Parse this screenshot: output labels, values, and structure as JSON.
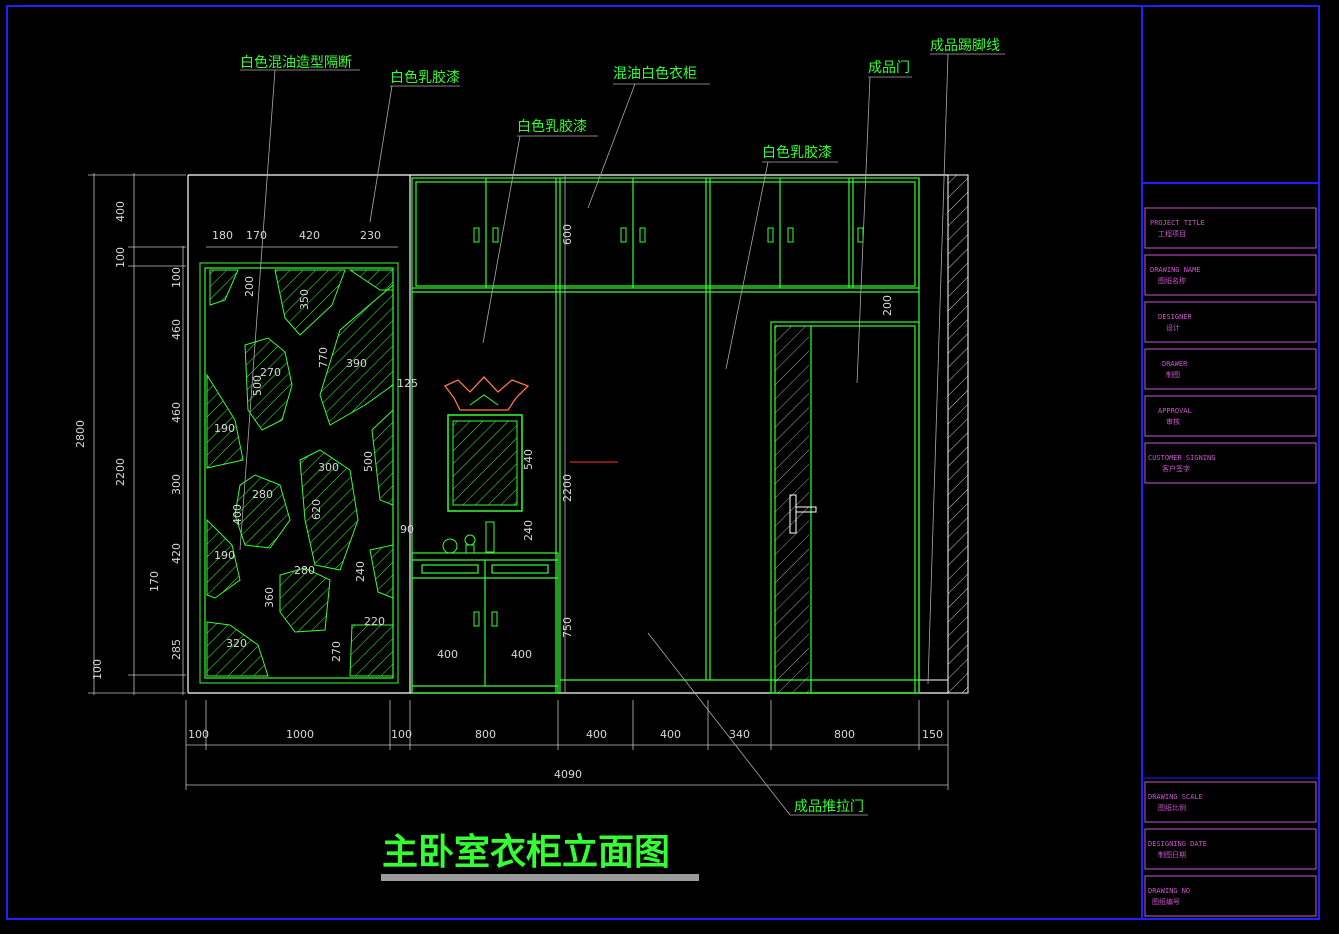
{
  "drawing": {
    "title": "主卧室衣柜立面图",
    "callouts": [
      "白色混油造型隔断",
      "白色乳胶漆",
      "混油白色衣柜",
      "成品门",
      "成品踢脚线",
      "白色乳胶漆",
      "白色乳胶漆",
      "成品推拉门"
    ],
    "dims_bottom": [
      "100",
      "1000",
      "100",
      "800",
      "400",
      "400",
      "340",
      "800",
      "150"
    ],
    "dim_total": "4090",
    "dims_left_outer": [
      "2800"
    ],
    "dims_left_mid": [
      "400",
      "100",
      "2200",
      "100"
    ],
    "dims_left_inner": [
      "100",
      "460",
      "460",
      "300",
      "420",
      "285",
      "170"
    ],
    "dims_partition_top": [
      "180",
      "170",
      "420",
      "230"
    ],
    "dims_partition_inner": [
      "200",
      "350",
      "770",
      "390",
      "270",
      "500",
      "190",
      "300",
      "280",
      "620",
      "400",
      "190",
      "280",
      "360",
      "320",
      "270",
      "220",
      "240",
      "125",
      "500"
    ],
    "dims_wardrobe": [
      "600",
      "2200",
      "200",
      "540",
      "240",
      "90",
      "750",
      "400",
      "400"
    ]
  },
  "title_block": {
    "fields": [
      {
        "en": "PROJECT TITLE",
        "cn": "工程项目"
      },
      {
        "en": "DRAWING NAME",
        "cn": "图纸名称"
      },
      {
        "en": "DESIGNER",
        "cn": "设计"
      },
      {
        "en": "DRAWER",
        "cn": "制图"
      },
      {
        "en": "APPROVAL",
        "cn": "审核"
      },
      {
        "en": "CUSTOMER SIGNING",
        "cn": "客户签字"
      }
    ],
    "bottom_fields": [
      {
        "en": "DRAWING SCALE",
        "cn": "图纸比例"
      },
      {
        "en": "DESIGNING DATE",
        "cn": "制图日期"
      },
      {
        "en": "DRAWING NO",
        "cn": "图纸编号"
      }
    ]
  },
  "colors": {
    "background": "#000000",
    "frame": "#1f1fff",
    "cad_green": "#33ff33",
    "outline": "#ffffff",
    "dimension": "#c0c0c0",
    "title_block_text": "#cc55cc"
  }
}
